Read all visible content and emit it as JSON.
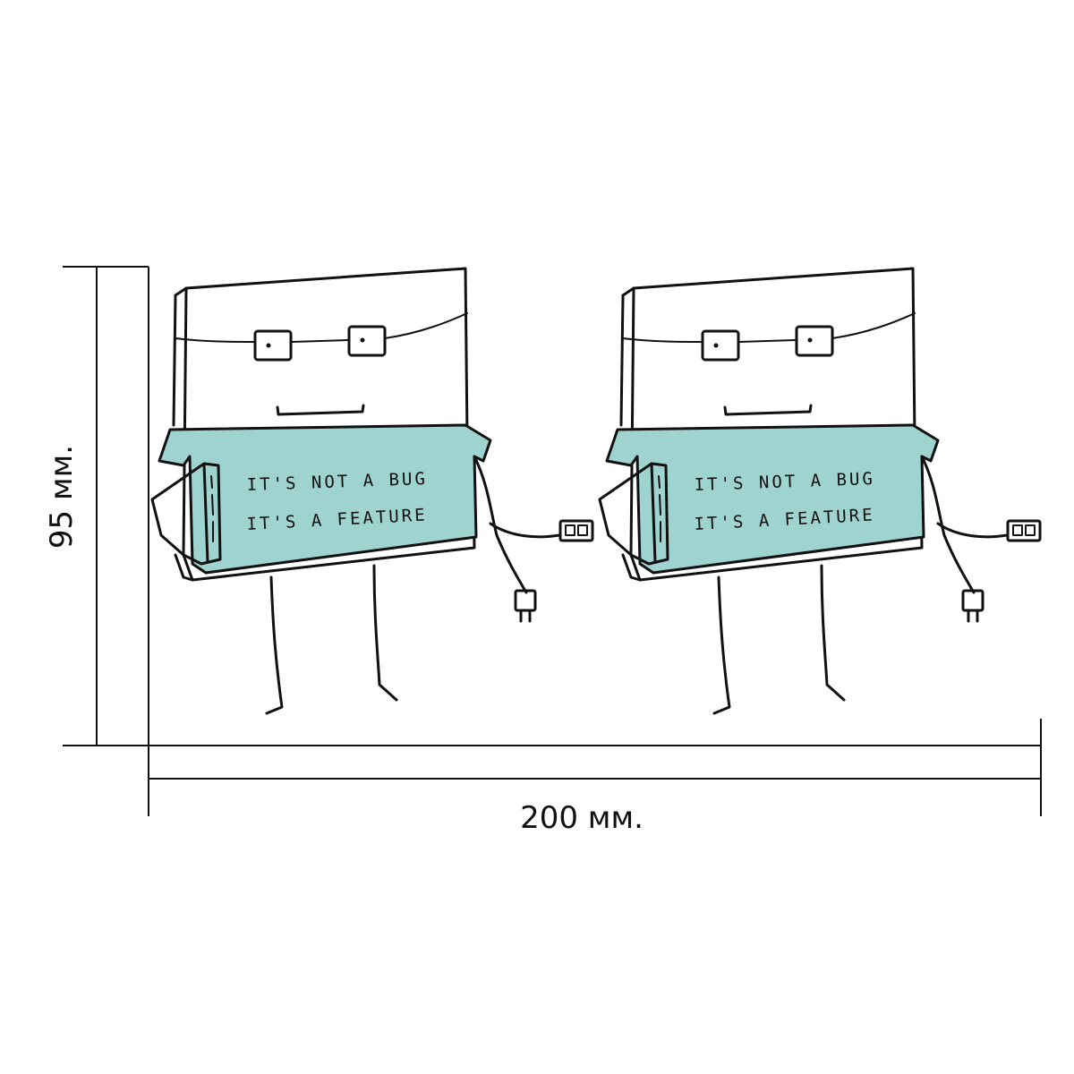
{
  "dimensions": {
    "height_label": "95 мм.",
    "width_label": "200 мм."
  },
  "characters": [
    {
      "shirt_line_1": "IT'S NOT A BUG",
      "shirt_line_2": "IT'S A FEATURE"
    },
    {
      "shirt_line_1": "IT'S NOT A BUG",
      "shirt_line_2": "IT'S A FEATURE"
    }
  ],
  "colors": {
    "shirt": "#9fd3cf",
    "ink": "#111111",
    "background": "#ffffff"
  }
}
